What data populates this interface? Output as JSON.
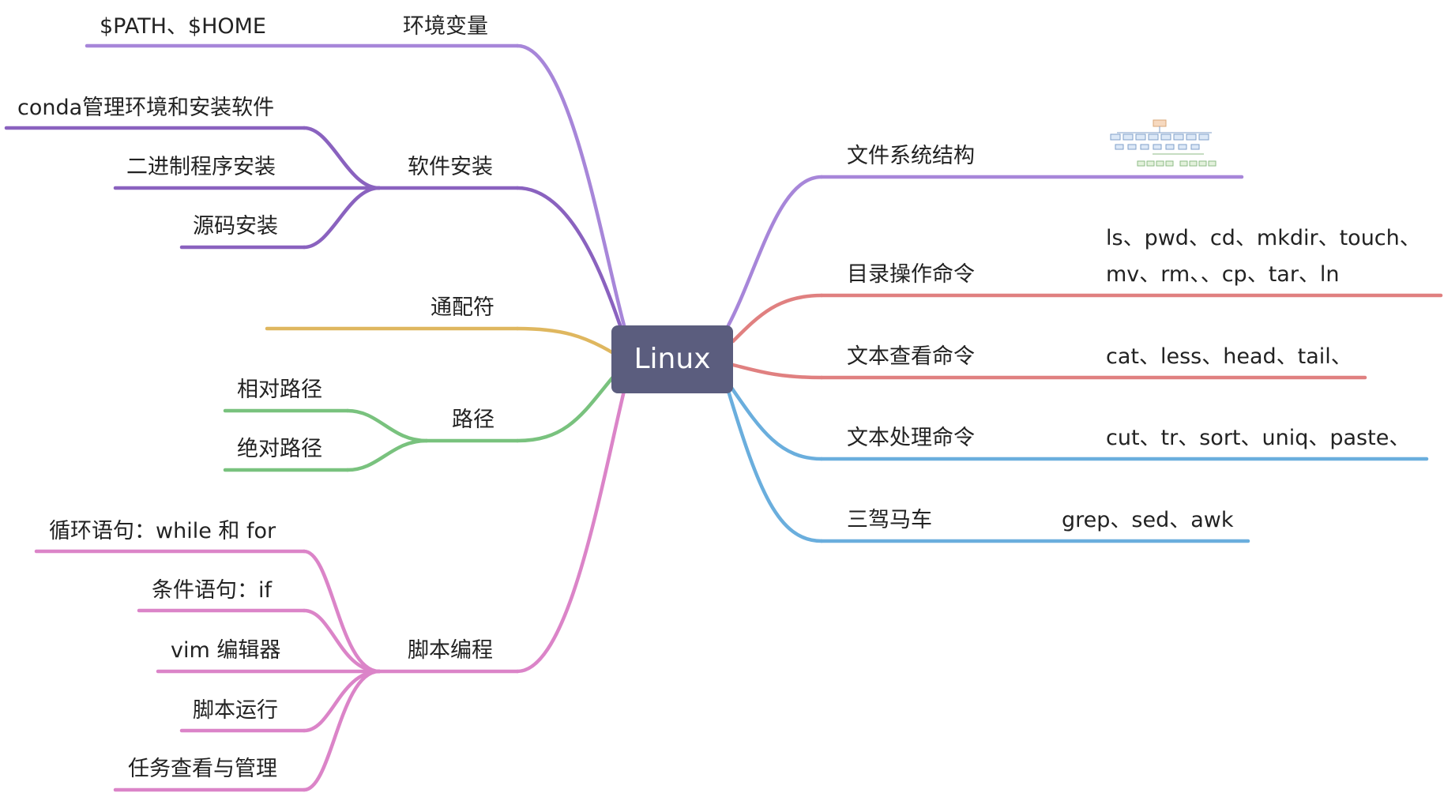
{
  "root": {
    "label": "Linux",
    "color": "#5b5d7e"
  },
  "colors": {
    "lavender": "#a786d9",
    "purple": "#8a62bf",
    "gold": "#dfb75f",
    "green": "#79c27e",
    "pink": "#db84c8",
    "red": "#e08080",
    "blue": "#6aaedd"
  },
  "left": {
    "env": {
      "label": "环境变量",
      "children": [
        "$PATH、$HOME"
      ]
    },
    "software": {
      "label": "软件安装",
      "children": [
        "conda管理环境和安装软件",
        "二进制程序安装",
        "源码安装"
      ]
    },
    "wildcard": {
      "label": "通配符"
    },
    "path": {
      "label": "路径",
      "children": [
        "相对路径",
        "绝对路径"
      ]
    },
    "script": {
      "label": "脚本编程",
      "children": [
        "循环语句：while 和 for",
        "条件语句：if",
        "vim 编辑器",
        "脚本运行",
        "任务查看与管理"
      ]
    }
  },
  "right": {
    "fs": {
      "label": "文件系统结构",
      "image": "filesystem-tree-thumbnail"
    },
    "dir": {
      "label": "目录操作命令",
      "detail_line1": "ls、pwd、cd、mkdir、touch、",
      "detail_line2": "mv、rm、、cp、tar、ln"
    },
    "view": {
      "label": "文本查看命令",
      "detail": "cat、less、head、tail、"
    },
    "process": {
      "label": "文本处理命令",
      "detail": "cut、tr、sort、uniq、paste、"
    },
    "trio": {
      "label": "三驾马车",
      "detail": "grep、sed、awk"
    }
  }
}
